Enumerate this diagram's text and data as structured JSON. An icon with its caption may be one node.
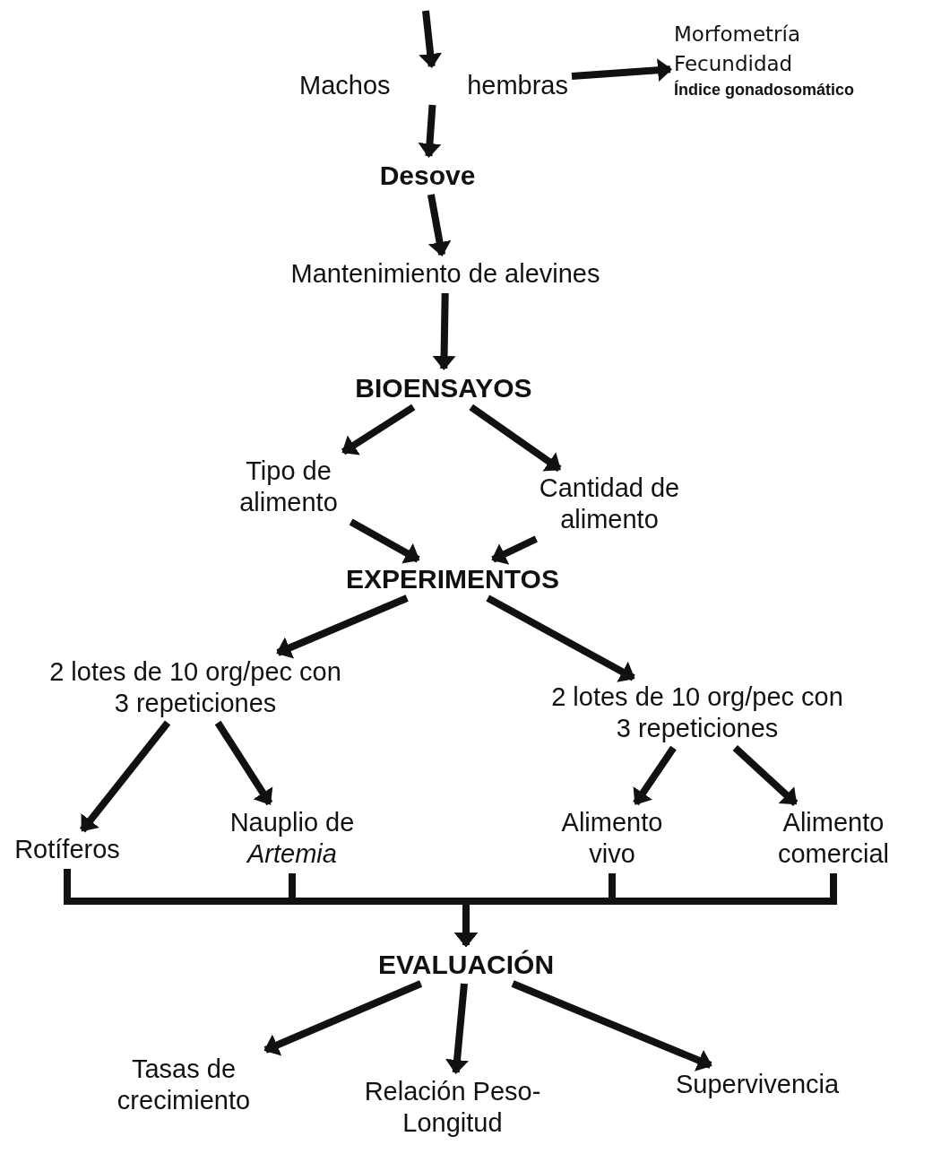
{
  "diagram": {
    "nodes": [
      {
        "text": [
          "Machos",
          "hembras"
        ]
      },
      {
        "text": [
          "Morfometría",
          "Fecundidad",
          "Índice gonadosomático"
        ]
      },
      {
        "text": [
          "Desove"
        ]
      },
      {
        "text": [
          "Mantenimiento de alevines"
        ]
      },
      {
        "text": [
          "BIOENSAYOS"
        ]
      },
      {
        "text": [
          "Tipo de alimento"
        ]
      },
      {
        "text": [
          "Cantidad de alimento"
        ]
      },
      {
        "text": [
          "EXPERIMENTOS"
        ]
      },
      {
        "text": [
          "2 lotes de 10 org/pec con 3 repeticiones"
        ]
      },
      {
        "text": [
          "2 lotes de 10 org/pec con 3 repeticiones"
        ]
      },
      {
        "text": [
          "Rotíferos"
        ]
      },
      {
        "text": [
          "Nauplio de *Artemia*"
        ]
      },
      {
        "text": [
          "Alimento vivo"
        ]
      },
      {
        "text": [
          "Alimento comercial"
        ]
      },
      {
        "text": [
          "EVALUACIÓN"
        ]
      },
      {
        "text": [
          "Tasas de crecimiento"
        ]
      },
      {
        "text": [
          "Relación Peso-Longitud"
        ]
      },
      {
        "text": [
          "Supervivencia"
        ]
      }
    ],
    "edges": [
      {
        "from": null,
        "to": 0,
        "arrow": "to"
      },
      {
        "from": 0,
        "to": 1,
        "arrow": "to"
      },
      {
        "from": 0,
        "to": 2,
        "arrow": "to"
      },
      {
        "from": 2,
        "to": 3,
        "arrow": "to"
      },
      {
        "from": 3,
        "to": 4,
        "arrow": "to"
      },
      {
        "from": 4,
        "to": 5,
        "arrow": "to"
      },
      {
        "from": 4,
        "to": 6,
        "arrow": "to"
      },
      {
        "from": 5,
        "to": 7,
        "arrow": "to"
      },
      {
        "from": 6,
        "to": 7,
        "arrow": "to"
      },
      {
        "from": 7,
        "to": 8,
        "arrow": "to"
      },
      {
        "from": 7,
        "to": 9,
        "arrow": "to"
      },
      {
        "from": 8,
        "to": 10,
        "arrow": "to"
      },
      {
        "from": 8,
        "to": 11,
        "arrow": "to"
      },
      {
        "from": 9,
        "to": 12,
        "arrow": "to"
      },
      {
        "from": 9,
        "to": 13,
        "arrow": "to"
      },
      {
        "from": 10,
        "to": 14,
        "arrow": "to"
      },
      {
        "from": 11,
        "to": 14,
        "arrow": "to"
      },
      {
        "from": 12,
        "to": 14,
        "arrow": "to"
      },
      {
        "from": 13,
        "to": 14,
        "arrow": "to"
      },
      {
        "from": 14,
        "to": 15,
        "arrow": "to"
      },
      {
        "from": 14,
        "to": 16,
        "arrow": "to"
      },
      {
        "from": 14,
        "to": 17,
        "arrow": "to"
      }
    ]
  }
}
